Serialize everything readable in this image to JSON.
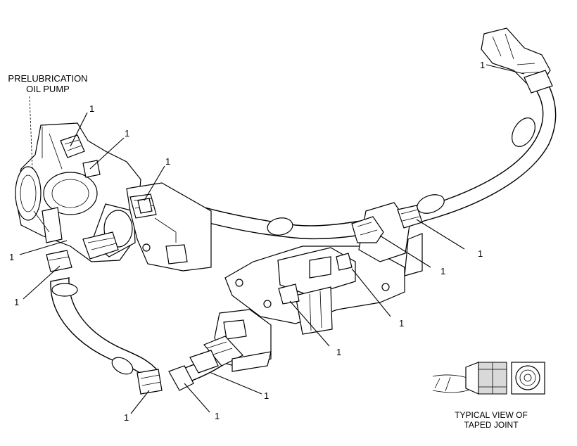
{
  "title_label": [
    "PRELUBRICATION",
    "OIL PUMP"
  ],
  "callout": "1",
  "inset_caption": [
    "TYPICAL VIEW OF",
    "TAPED JOINT"
  ],
  "colors": {
    "line": "#000000",
    "background": "#ffffff",
    "tape": "#d9d9d9"
  }
}
